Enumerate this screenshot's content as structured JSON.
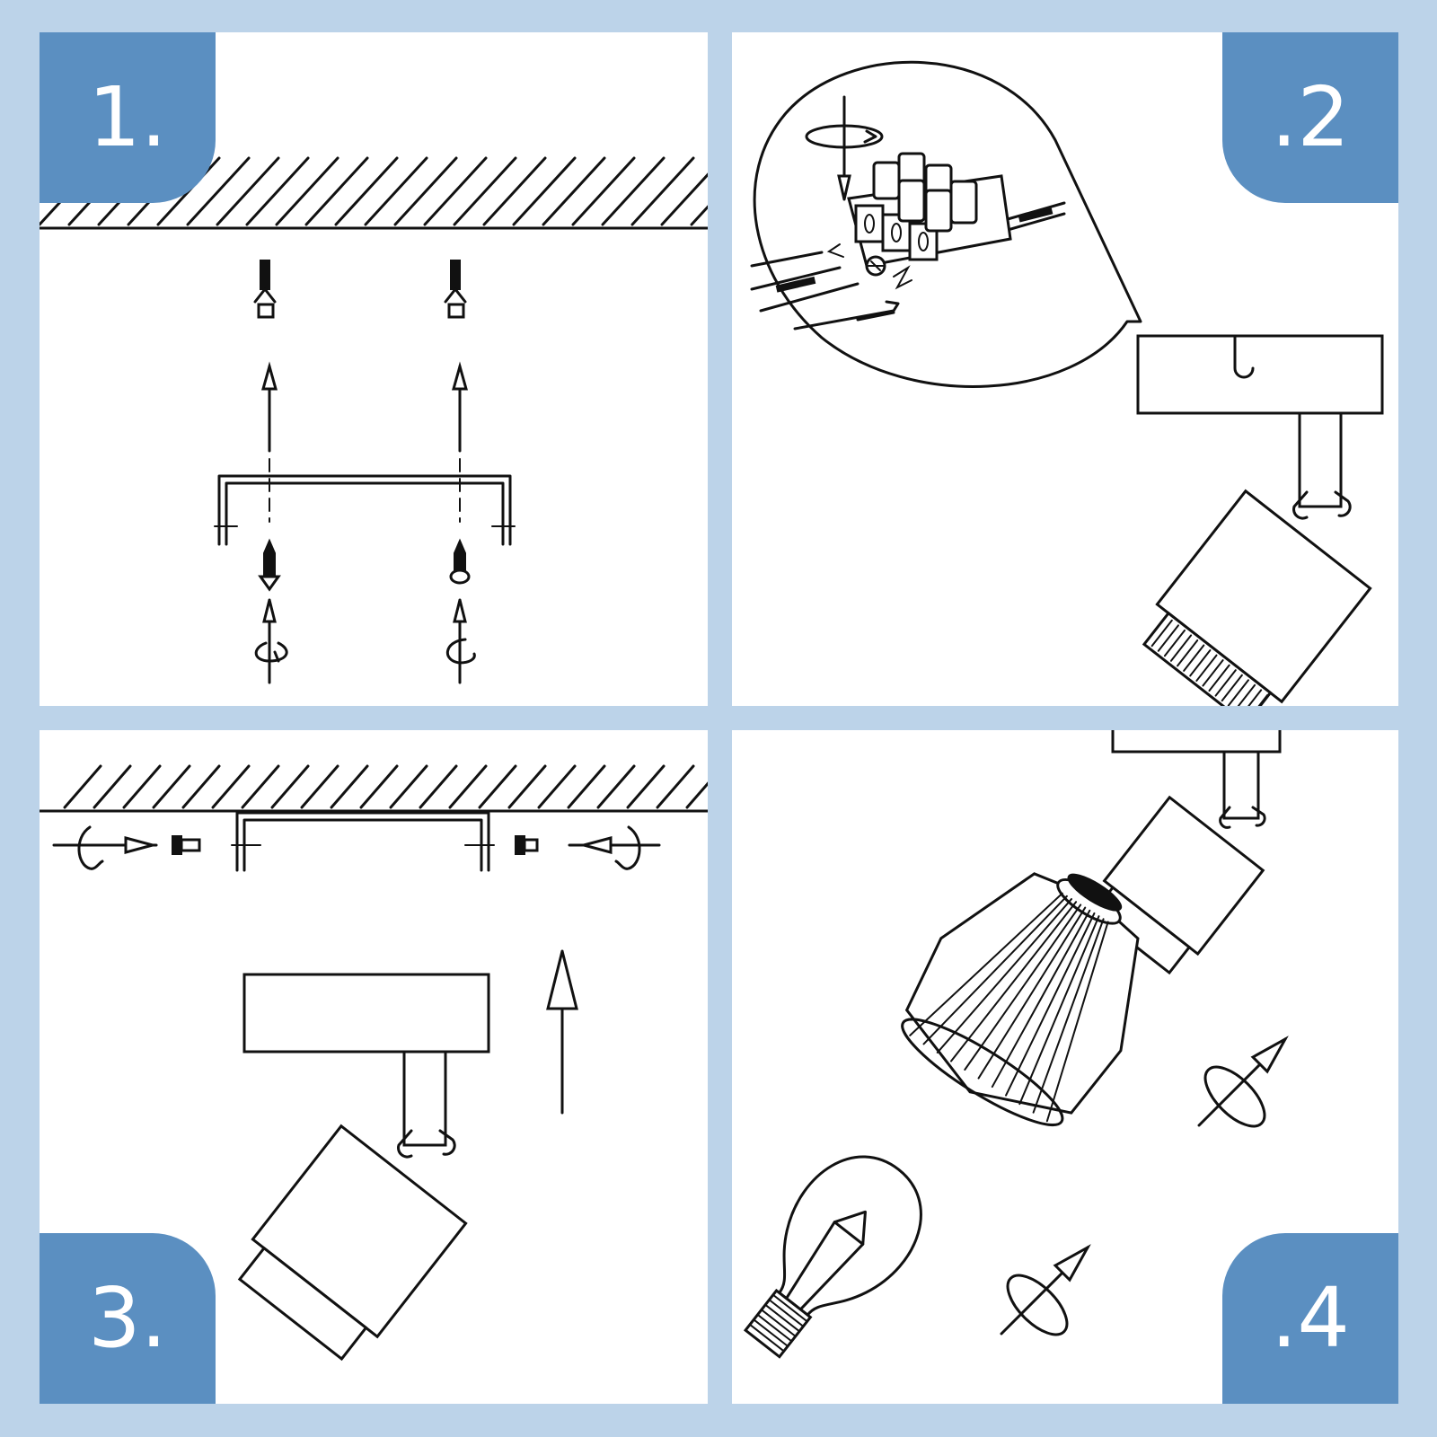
{
  "steps": [
    {
      "label": "1."
    },
    {
      "label": ".2"
    },
    {
      "label": "3."
    },
    {
      "label": ".4"
    }
  ],
  "colors": {
    "background": "#bcd3e9",
    "badge": "#5b8fc1",
    "panel": "#ffffff",
    "line": "#111111"
  }
}
